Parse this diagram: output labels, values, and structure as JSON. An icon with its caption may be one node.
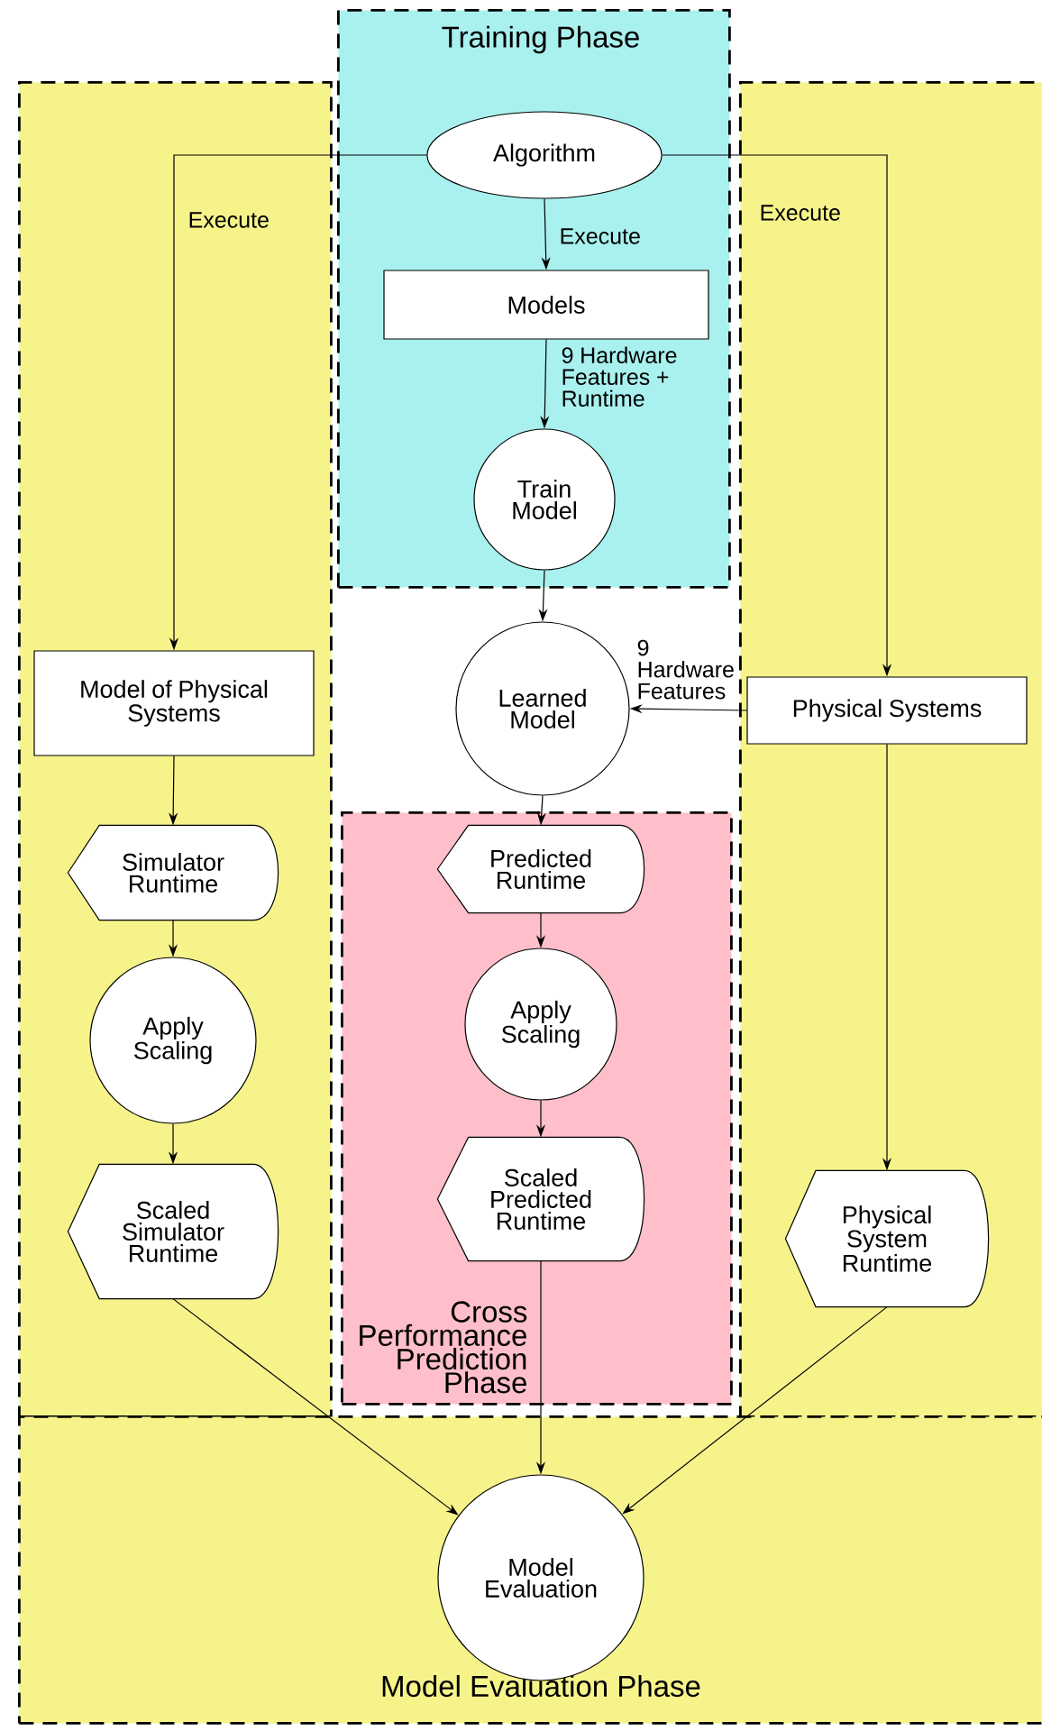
{
  "diagram": {
    "nodes": [
      {
        "text": [
          "Training Phase"
        ]
      },
      {
        "text": [
          "Algorithm"
        ],
        "in": 0
      },
      {
        "text": [
          "Models"
        ],
        "in": 0
      },
      {
        "text": [
          "Train Model"
        ],
        "in": 0
      },
      {
        "text": [],
        "shape": "box"
      },
      {
        "text": [
          "Model of Physical Systems"
        ],
        "in": 4
      },
      {
        "text": [
          "Simulator Runtime"
        ],
        "in": 4
      },
      {
        "text": [
          "Apply Scaling"
        ],
        "in": 4
      },
      {
        "text": [
          "Scaled Simulator Runtime"
        ],
        "in": 4
      },
      {
        "text": [
          "Learned Model"
        ]
      },
      {
        "text": [],
        "shape": "box"
      },
      {
        "text": [
          "Physical Systems"
        ],
        "in": 10
      },
      {
        "text": [
          "Physical System Runtime"
        ],
        "in": 10
      },
      {
        "text": [
          "Cross Performance Prediction Phase"
        ]
      },
      {
        "text": [
          "Predicted Runtime"
        ],
        "in": 13
      },
      {
        "text": [
          "Apply Scaling"
        ],
        "in": 13
      },
      {
        "text": [
          "Scaled Predicted Runtime"
        ],
        "in": 13
      },
      {
        "text": [
          "Model Evaluation Phase"
        ]
      },
      {
        "text": [
          "Model Evaluation"
        ],
        "in": 17
      }
    ],
    "edges": [
      {
        "from": 1,
        "to": 2,
        "arrow": "to",
        "label": "Execute"
      },
      {
        "from": 1,
        "to": 5,
        "arrow": "to",
        "label": "Execute"
      },
      {
        "from": 1,
        "to": 11,
        "arrow": "to",
        "label": "Execute"
      },
      {
        "from": 2,
        "to": 3,
        "arrow": "to",
        "label": "9 Hardware Features + Runtime"
      },
      {
        "from": 3,
        "to": 9,
        "arrow": "to"
      },
      {
        "from": 11,
        "to": 9,
        "arrow": "to",
        "label": "9 Hardware Features"
      },
      {
        "from": 9,
        "to": 14,
        "arrow": "to"
      },
      {
        "from": 14,
        "to": 15,
        "arrow": "to"
      },
      {
        "from": 15,
        "to": 16,
        "arrow": "to"
      },
      {
        "from": 16,
        "to": 18,
        "arrow": "to"
      },
      {
        "from": 5,
        "to": 6,
        "arrow": "to"
      },
      {
        "from": 6,
        "to": 7,
        "arrow": "to"
      },
      {
        "from": 7,
        "to": 8,
        "arrow": "to"
      },
      {
        "from": 8,
        "to": 18,
        "arrow": "to"
      },
      {
        "from": 11,
        "to": 12,
        "arrow": "to"
      },
      {
        "from": 12,
        "to": 18,
        "arrow": "to"
      }
    ]
  }
}
